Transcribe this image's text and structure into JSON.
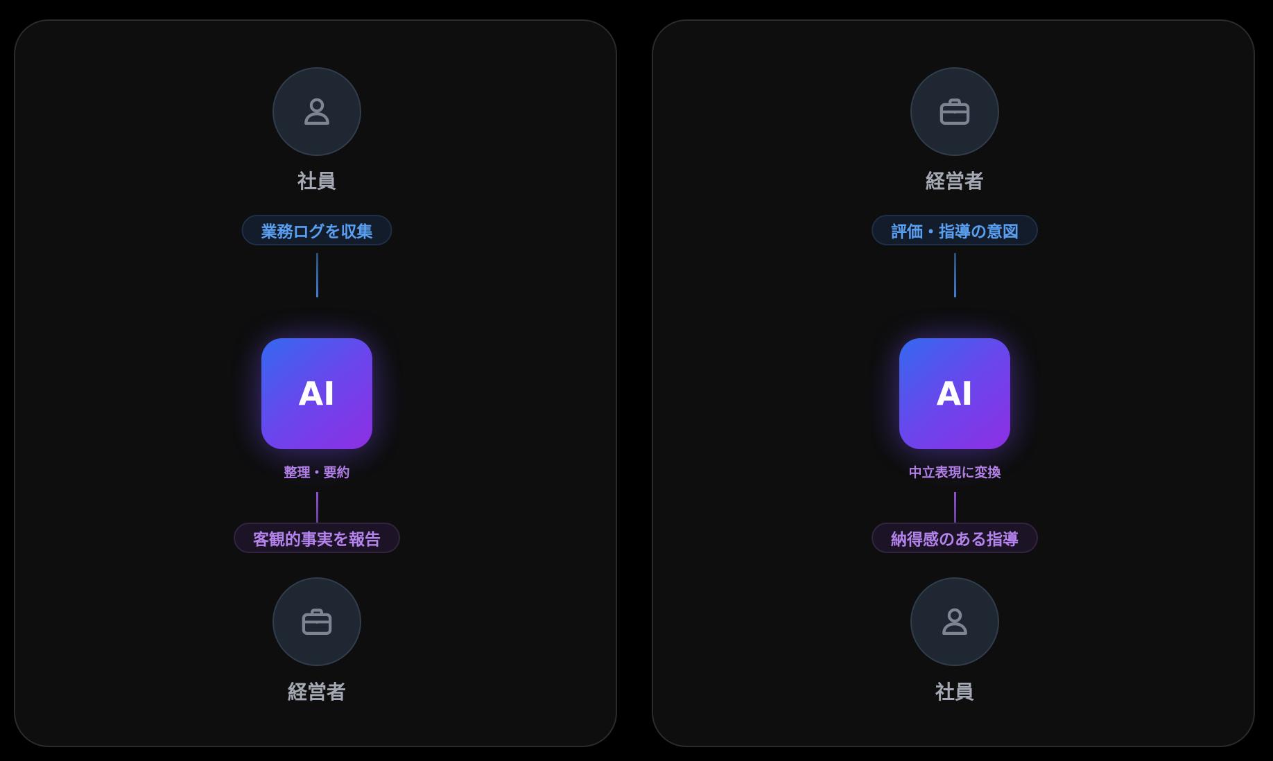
{
  "panels": [
    {
      "top_node": {
        "icon": "person-icon",
        "label": "社員"
      },
      "input_label": "業務ログを収集",
      "ai": {
        "text": "AI",
        "caption": "整理・要約"
      },
      "output_label": "客観的事実を報告",
      "bottom_node": {
        "icon": "briefcase-icon",
        "label": "経営者"
      }
    },
    {
      "top_node": {
        "icon": "briefcase-icon",
        "label": "経営者"
      },
      "input_label": "評価・指導の意図",
      "ai": {
        "text": "AI",
        "caption": "中立表現に変換"
      },
      "output_label": "納得感のある指導",
      "bottom_node": {
        "icon": "person-icon",
        "label": "社員"
      }
    }
  ],
  "colors": {
    "background": "#000000",
    "panel": "#0e0e0f",
    "accent_blue": "#5aa0f2",
    "accent_purple": "#b483ec",
    "ai_gradient_start": "#3469ee",
    "ai_gradient_end": "#8e2fe3"
  }
}
